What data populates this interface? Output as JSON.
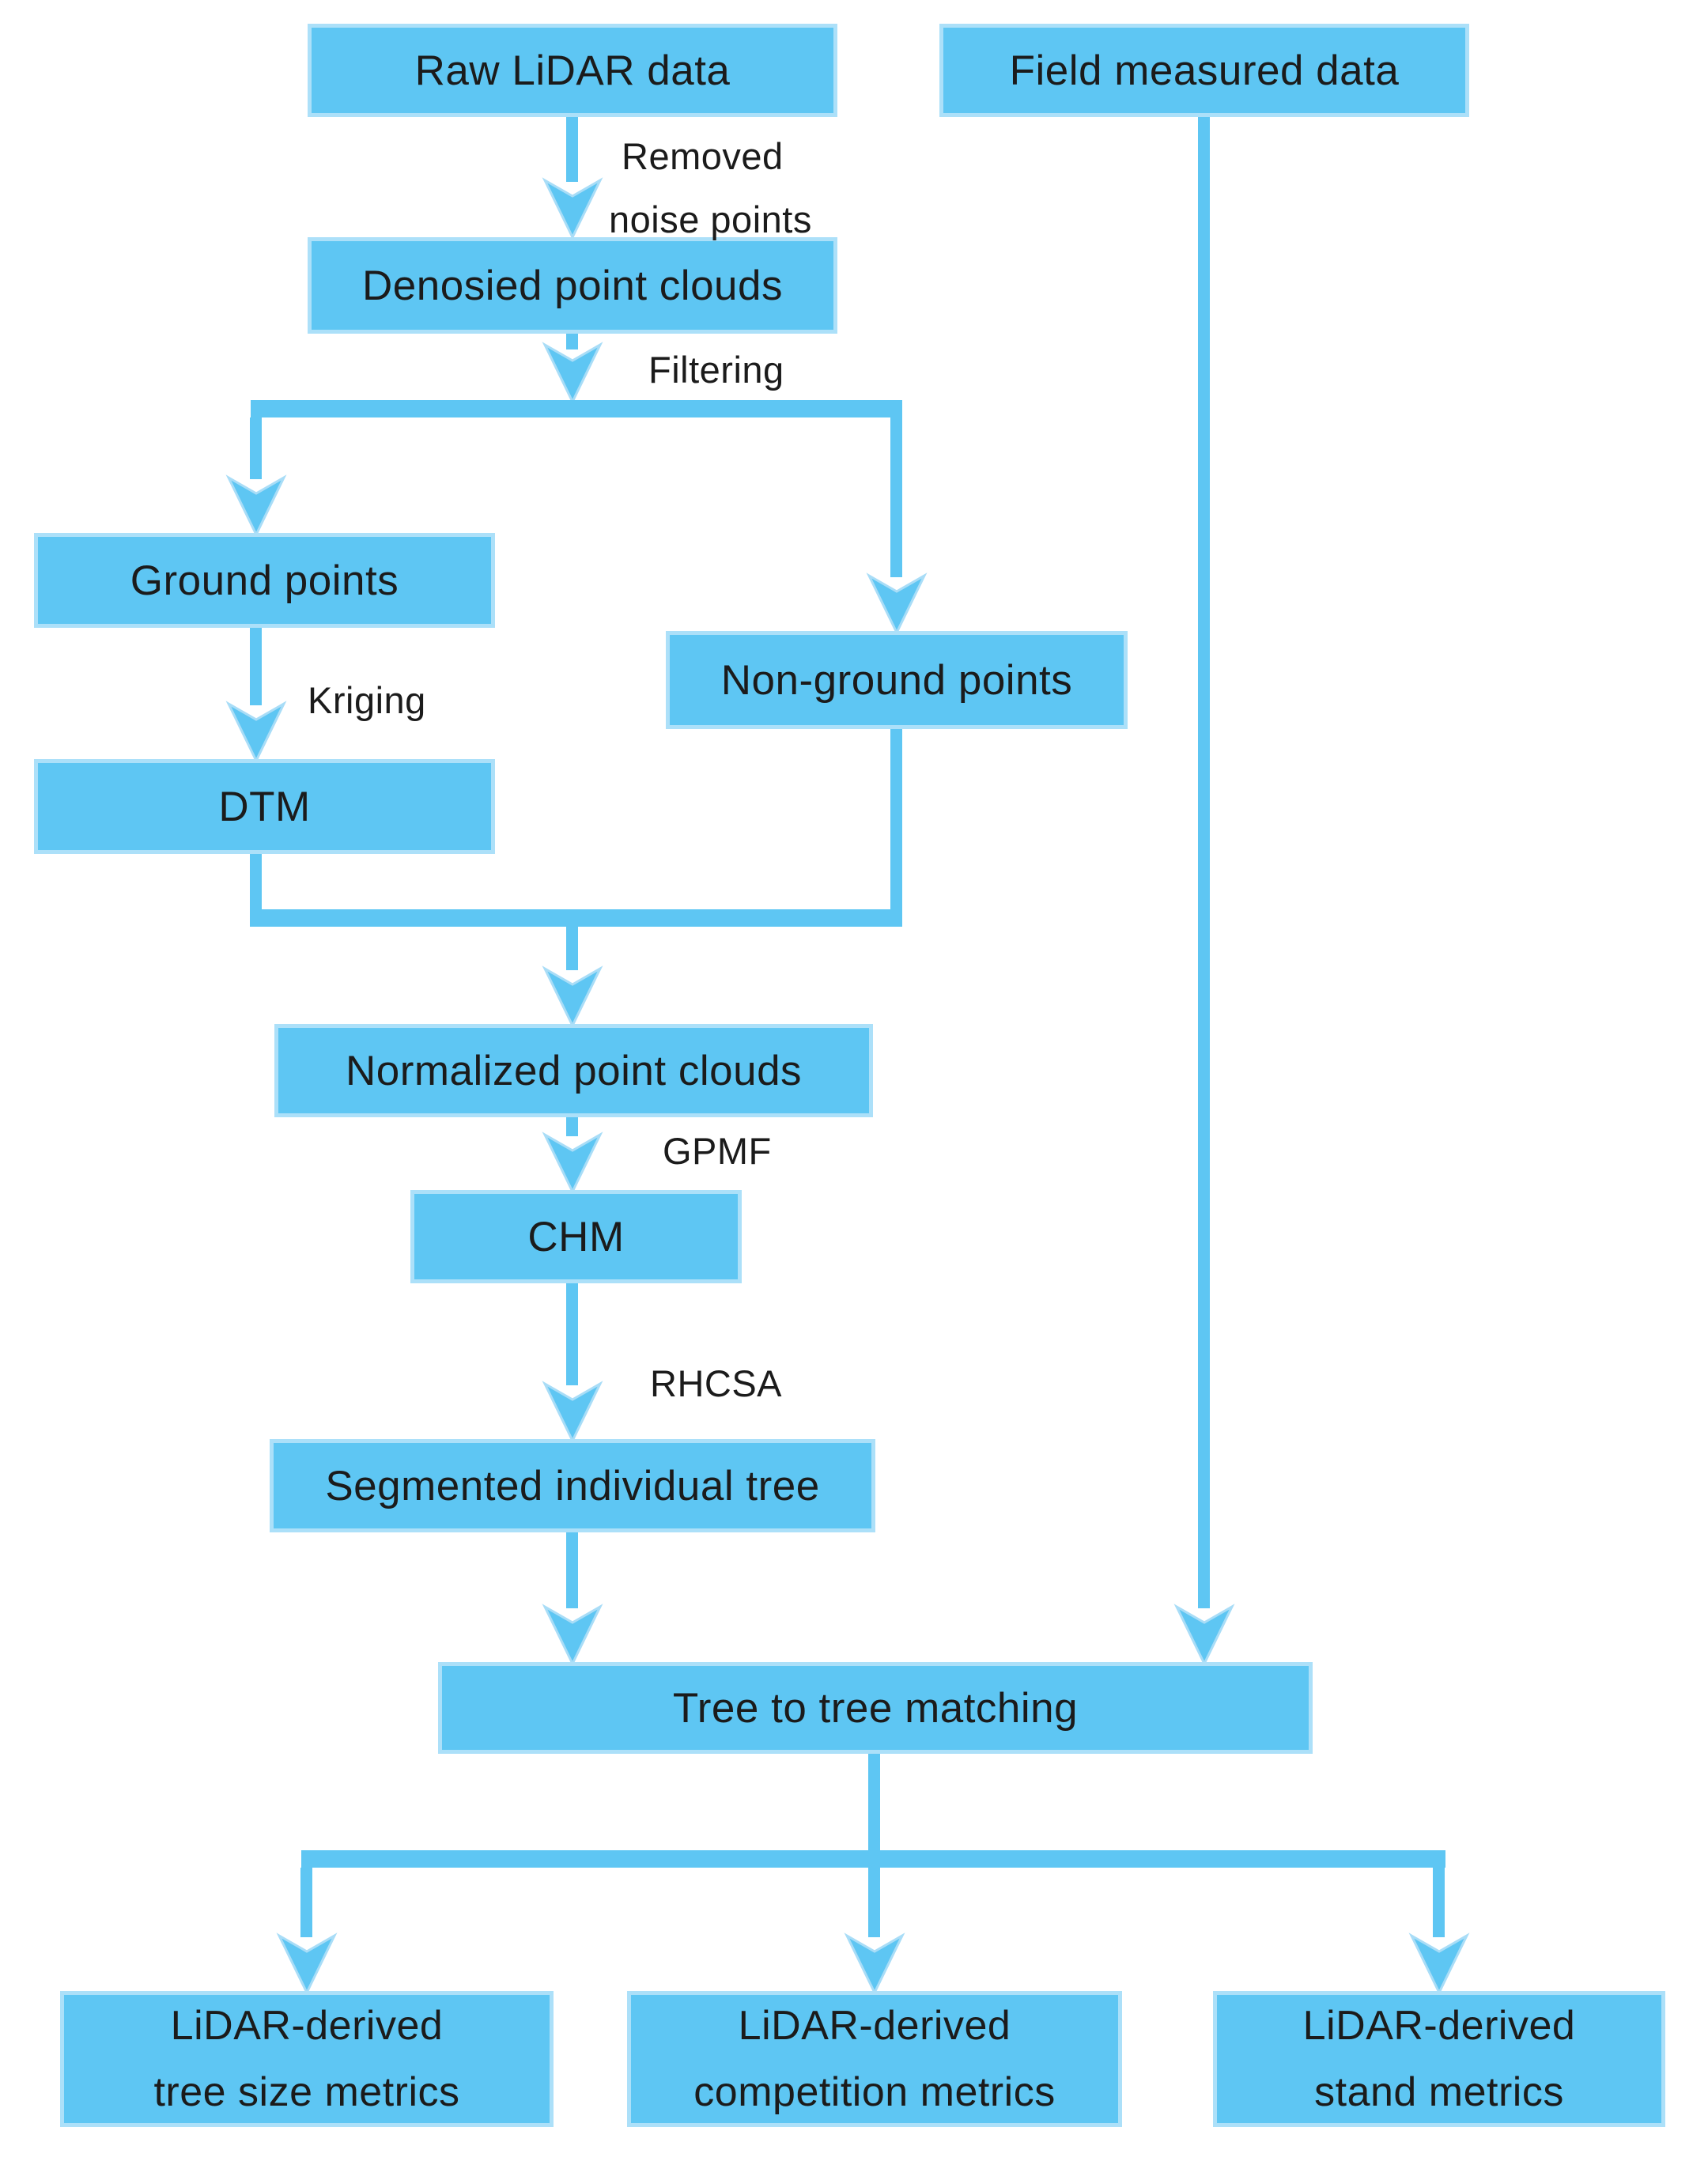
{
  "diagram_type": "flowchart",
  "colors": {
    "node_fill": "#5EC6F3",
    "node_border": "#ACE0F9",
    "connector": "#5EC6F3",
    "arrow_outline": "#A9DDF7",
    "text": "#1B1B1B",
    "background": "#FFFFFF"
  },
  "nodes": {
    "raw_lidar": "Raw LiDAR data",
    "field_measured": "Field measured data",
    "denosied": "Denosied point clouds",
    "ground": "Ground points",
    "non_ground": "Non-ground points",
    "dtm": "DTM",
    "normalized": "Normalized point clouds",
    "chm": "CHM",
    "segmented": "Segmented individual tree",
    "matching": "Tree to tree matching",
    "tree_size_line1": "LiDAR-derived",
    "tree_size_line2": "tree size metrics",
    "competition_line1": "LiDAR-derived",
    "competition_line2": "competition metrics",
    "stand_line1": "LiDAR-derived",
    "stand_line2": "stand metrics"
  },
  "edge_labels": {
    "noise_line1": "Removed",
    "noise_line2": "noise points",
    "filtering": "Filtering",
    "kriging": "Kriging",
    "gpmf": "GPMF",
    "rhcsa": "RHCSA"
  }
}
